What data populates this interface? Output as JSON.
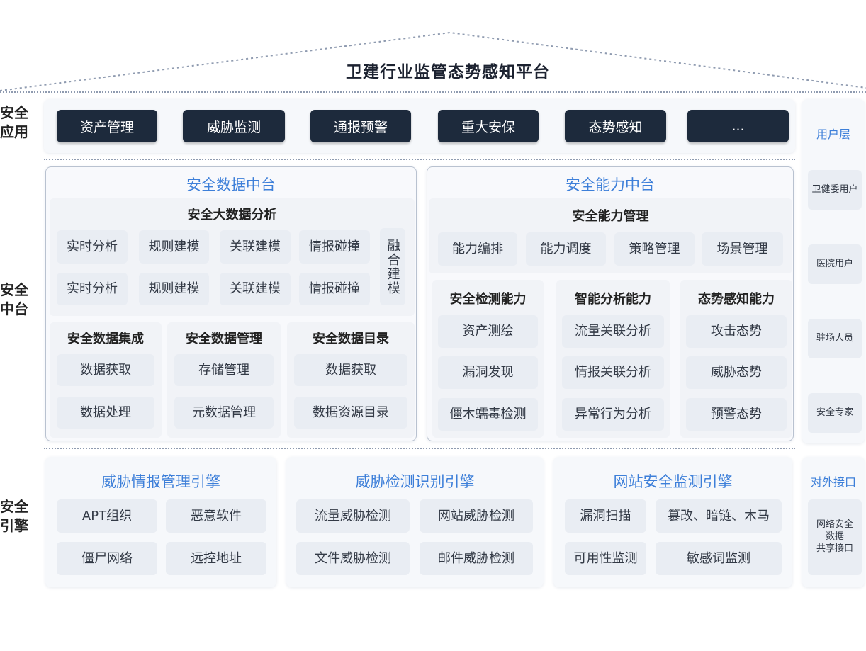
{
  "title": "卫建行业监管态势感知平台",
  "side_labels": {
    "app": "安全\n应用",
    "mid": "安全\n中台",
    "engine": "安全\n引擎"
  },
  "apps": [
    "资产管理",
    "威胁监测",
    "通报预警",
    "重大安保",
    "态势感知",
    "..."
  ],
  "data_platform": {
    "title": "安全数据中台",
    "analysis": {
      "title": "安全大数据分析",
      "row1": [
        "实时分析",
        "规则建模",
        "关联建模",
        "情报碰撞"
      ],
      "row2": [
        "实时分析",
        "规则建模",
        "关联建模",
        "情报碰撞"
      ],
      "fusion": "融合建模"
    },
    "columns": [
      {
        "title": "安全数据集成",
        "items": [
          "数据获取",
          "数据处理"
        ]
      },
      {
        "title": "安全数据管理",
        "items": [
          "存储管理",
          "元数据管理"
        ]
      },
      {
        "title": "安全数据目录",
        "items": [
          "数据获取",
          "数据资源目录"
        ]
      }
    ]
  },
  "ability_platform": {
    "title": "安全能力中台",
    "management": {
      "title": "安全能力管理",
      "items": [
        "能力编排",
        "能力调度",
        "策略管理",
        "场景管理"
      ]
    },
    "columns": [
      {
        "title": "安全检测能力",
        "items": [
          "资产测绘",
          "漏洞发现",
          "僵木蠕毒检测"
        ]
      },
      {
        "title": "智能分析能力",
        "items": [
          "流量关联分析",
          "情报关联分析",
          "异常行为分析"
        ]
      },
      {
        "title": "态势感知能力",
        "items": [
          "攻击态势",
          "威胁态势",
          "预警态势"
        ]
      }
    ]
  },
  "engines": [
    {
      "title": "威胁情报管理引擎",
      "items": [
        "APT组织",
        "恶意软件",
        "僵尸网络",
        "远控地址"
      ]
    },
    {
      "title": "威胁检测识别引擎",
      "items": [
        "流量威胁检测",
        "网站威胁检测",
        "文件威胁检测",
        "邮件威胁检测"
      ]
    },
    {
      "title": "网站安全监测引擎",
      "items": [
        "漏洞扫描",
        "篡改、暗链、木马",
        "可用性监测",
        "敏感词监测"
      ]
    }
  ],
  "user_layer": {
    "title": "用户层",
    "items": [
      "卫健委用户",
      "医院用户",
      "驻场人员",
      "安全专家"
    ]
  },
  "external": {
    "title": "对外接口",
    "item": "网络安全\n数据\n共享接口"
  },
  "colors": {
    "dark": "#1d2a3c",
    "accent": "#3d7fd9",
    "chip": "#e9edf3"
  }
}
